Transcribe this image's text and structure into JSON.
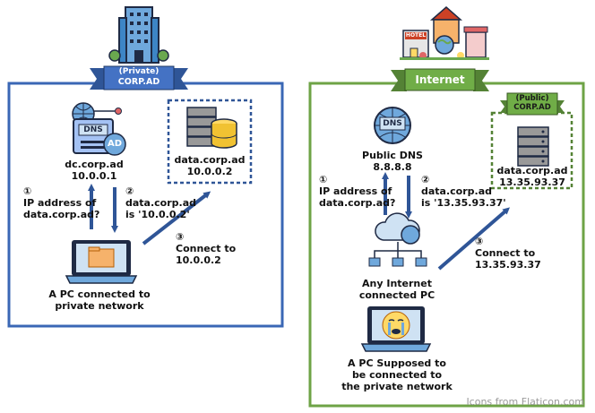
{
  "left": {
    "ribbon_top": "(Private)",
    "ribbon_bottom": "CORP.AD",
    "dns_badge": "DNS",
    "ad_badge": "AD",
    "dc_name": "dc.corp.ad",
    "dc_ip": "10.0.0.1",
    "data_name": "data.corp.ad",
    "data_ip": "10.0.0.2",
    "step1_num": "①",
    "step1_line1": "IP address of",
    "step1_line2": "data.corp.ad?",
    "step2_num": "②",
    "step2_line1": "data.corp.ad",
    "step2_line2": "is '10.0.0.2'",
    "step3_num": "③",
    "step3_line1": "Connect to",
    "step3_line2": "10.0.0.2",
    "pc_line1": "A PC connected to",
    "pc_line2": "private network"
  },
  "right": {
    "ribbon": "Internet",
    "hotel_sign": "HOTEL",
    "dns_badge": "DNS",
    "dns_line1": "Public DNS",
    "dns_line2": "8.8.8.8",
    "step1_num": "①",
    "step1_line1": "IP address of",
    "step1_line2": "data.corp.ad?",
    "step2_num": "②",
    "step2_line1": "data.corp.ad",
    "step2_line2": "is '13.35.93.37'",
    "public_top": "(Public)",
    "public_bottom": "CORP.AD",
    "data_name": "data.corp.ad",
    "data_ip": "13.35.93.37",
    "step3_num": "③",
    "step3_line1": "Connect to",
    "step3_line2": "13.35.93.37",
    "net_line1": "Any Internet",
    "net_line2": "connected PC",
    "pc_line1": "A PC Supposed to",
    "pc_line2": "be connected to",
    "pc_line3": "the private network"
  },
  "footer": "Icons from Flaticon.com",
  "colors": {
    "left_frame": "#3a67b5",
    "right_frame": "#6ea346",
    "blue_ribbon": "#2f5597",
    "green_ribbon": "#548235",
    "arrow": "#2f5597"
  }
}
